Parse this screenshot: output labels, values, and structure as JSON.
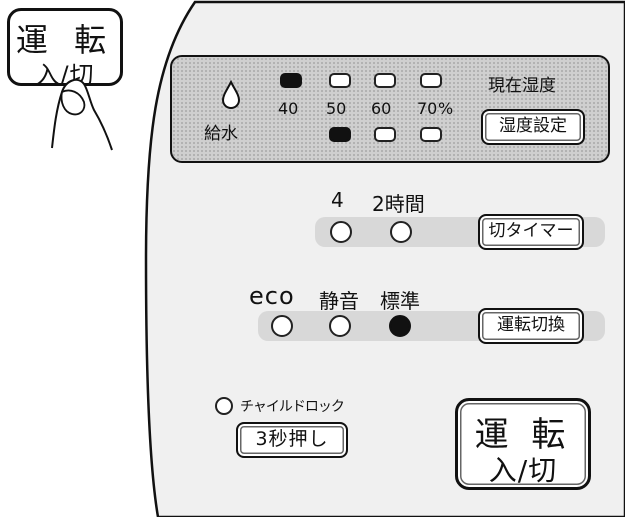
{
  "hand_key": {
    "line1": "運 転",
    "line2": "入/切"
  },
  "humidity": {
    "water_label": "給水",
    "current_label": "現在湿度",
    "levels": [
      "40",
      "50",
      "60",
      "70"
    ],
    "percent": "%",
    "current_led_lit": "40",
    "set_led_lit": "50",
    "set_button": "湿度設定"
  },
  "timer": {
    "options": [
      "4",
      "2時間"
    ],
    "button": "切タイマー"
  },
  "mode": {
    "options": [
      "eco",
      "静音",
      "標準"
    ],
    "selected": "標準",
    "button": "運転切換"
  },
  "child_lock": {
    "label": "チャイルドロック",
    "button": "3秒押し"
  },
  "power": {
    "line1": "運 転",
    "line2": "入/切"
  },
  "colors": {
    "ink": "#111111",
    "strip": "#d8d8d8",
    "panel_bg": "#f0f0f0"
  }
}
